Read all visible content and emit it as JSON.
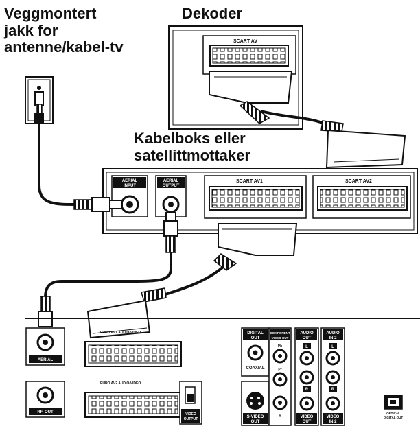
{
  "labels": {
    "wall_jack": [
      "Veggmontert",
      "jakk for",
      "antenne/kabel-tv"
    ],
    "decoder": "Dekoder",
    "cable_box": [
      "Kabelboks eller",
      "satellittmottaker"
    ]
  },
  "decoder_panel": {
    "scart": "SCART AV"
  },
  "cable_box_panel": {
    "aerial_input": [
      "AERIAL",
      "INPUT"
    ],
    "aerial_output": [
      "AERIAL",
      "OUTPUT"
    ],
    "scart_1": "SCART AV1",
    "scart_2": "SCART AV2"
  },
  "recorder_panel": {
    "aerial": "AERIAL",
    "rf_out": "RF. OUT",
    "euro_av1_label": "EURO AV1 AUDIO/VIDEO",
    "euro_av2_label": "EURO AV2 AUDIO/VIDEO",
    "digital_out": [
      "DIGITAL",
      "OUT"
    ],
    "coaxial": "COAXIAL",
    "component_video_out": [
      "COMPONENT",
      "VIDEO OUT"
    ],
    "pb": "Pb",
    "pr": "Pr",
    "y": "Y",
    "audio_out": [
      "AUDIO",
      "OUT"
    ],
    "audio_in_2": [
      "AUDIO",
      "IN 2"
    ],
    "l": "L",
    "r": "R",
    "s_video_out": [
      "S-VIDEO",
      "OUT"
    ],
    "video_out": [
      "VIDEO",
      "OUT"
    ],
    "video_in_2": [
      "VIDEO",
      "IN 2"
    ],
    "video_output_switch": [
      "VIDEO",
      "OUTPUT"
    ],
    "optical": [
      "OPTICAL",
      "DIGITAL OUT"
    ]
  }
}
